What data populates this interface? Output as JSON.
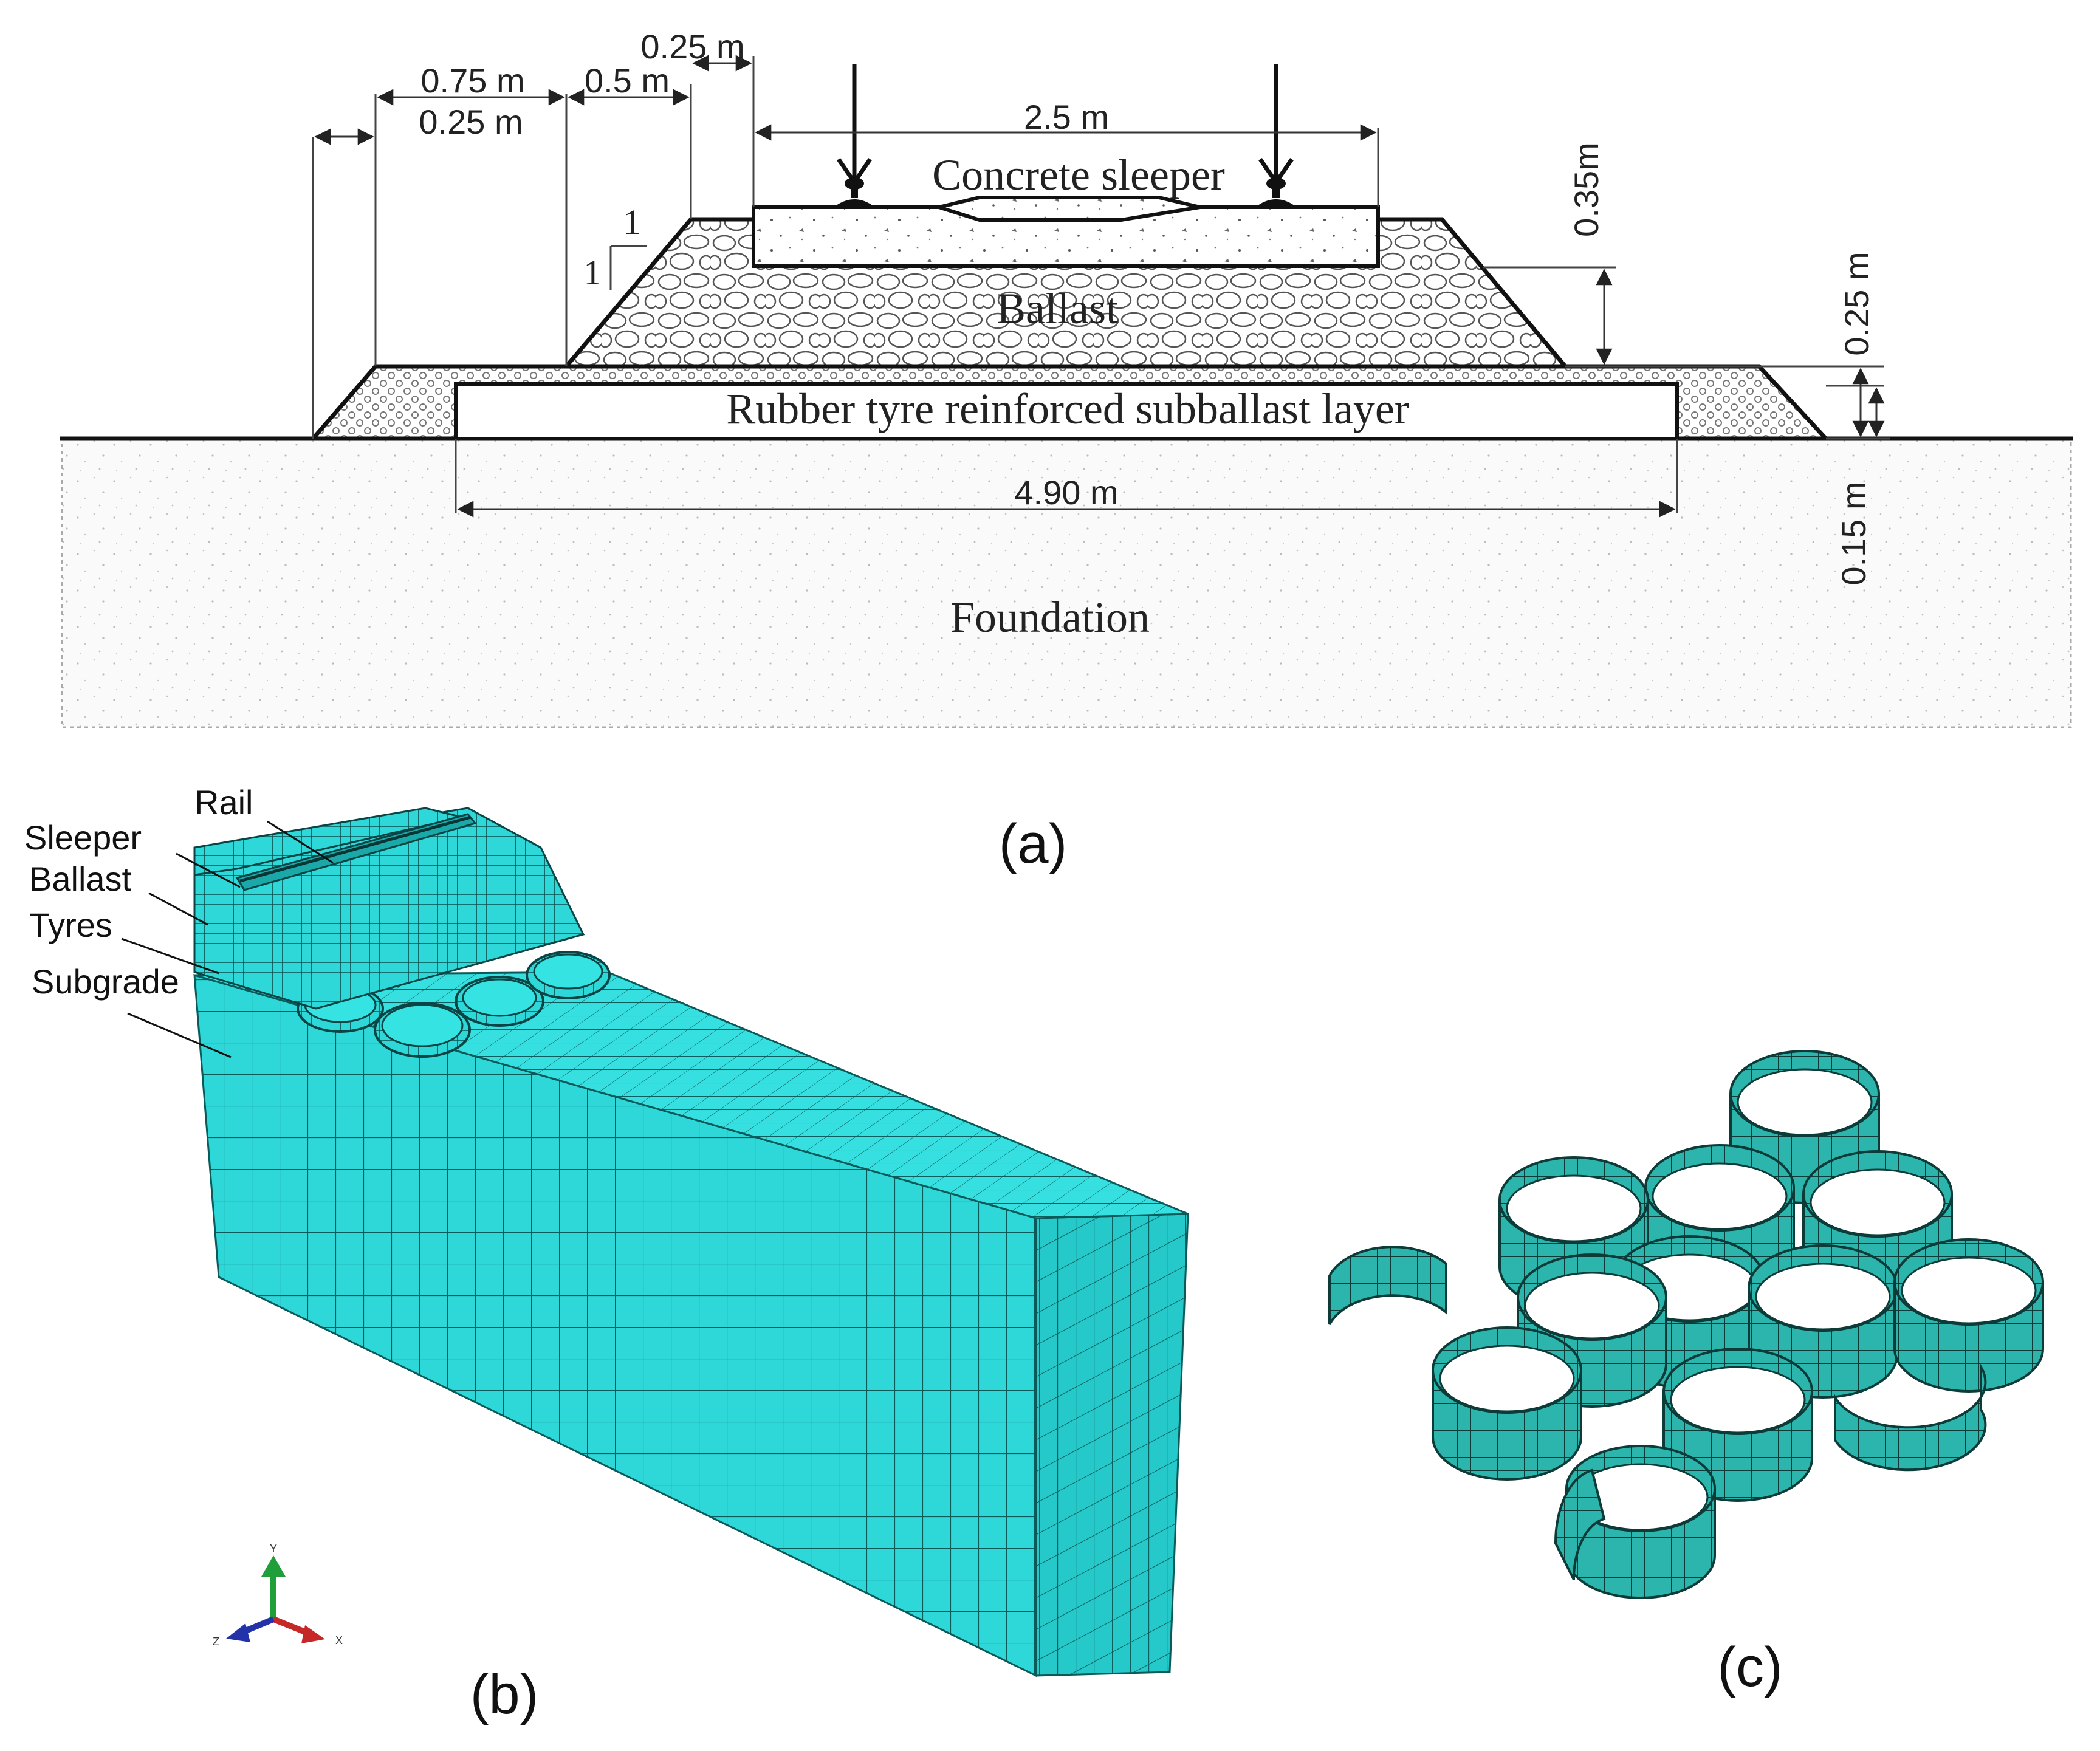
{
  "panel_a": {
    "caption": "(a)",
    "labels": {
      "sleeper": "Concrete sleeper",
      "ballast": "Ballast",
      "subballast": "Rubber tyre reinforced subballast layer",
      "foundation": "Foundation"
    },
    "dimensions": {
      "d_075": "0.75 m",
      "d_025_left": "0.25 m",
      "d_05": "0.5 m",
      "d_025_top": "0.25 m",
      "d_25": "2.5 m",
      "d_035": "0.35m",
      "d_025_right": "0.25 m",
      "d_015": "0.15 m",
      "d_490": "4.90 m"
    },
    "slope": {
      "run": "1",
      "rise": "1"
    }
  },
  "panel_b": {
    "caption": "(b)",
    "labels": {
      "rail": "Rail",
      "sleeper": "Sleeper",
      "ballast": "Ballast",
      "tyres": "Tyres",
      "subgrade": "Subgrade"
    },
    "triad": {
      "y": "Y",
      "x": "X",
      "z": "Z"
    },
    "mesh_color": "#2ed8d8"
  },
  "panel_c": {
    "caption": "(c)",
    "mesh_color": "#2bb5ad"
  }
}
